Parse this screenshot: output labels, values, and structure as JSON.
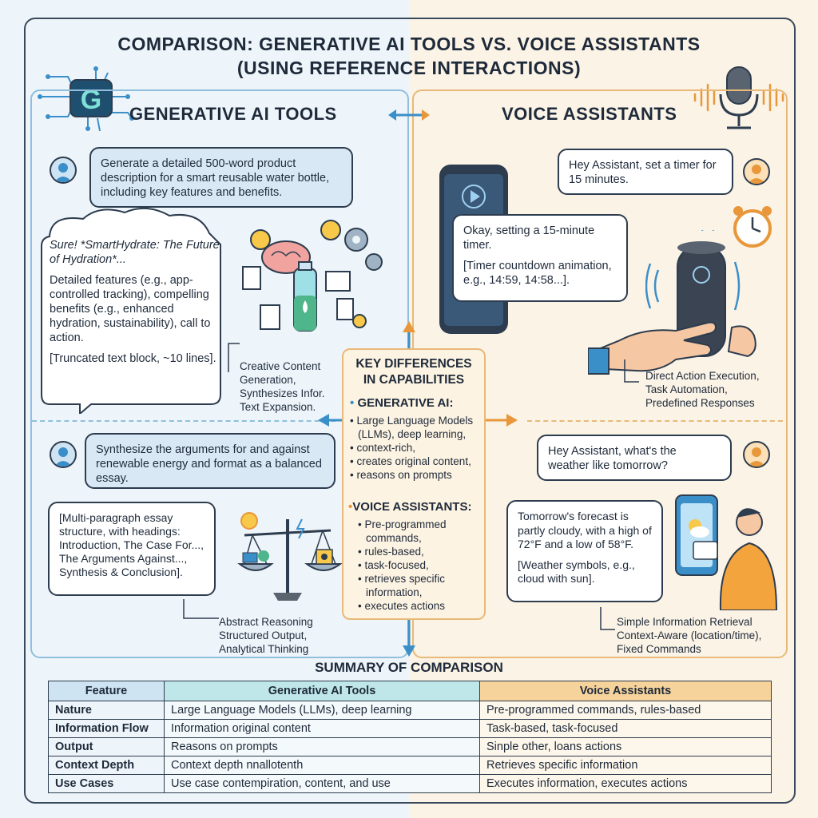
{
  "title": {
    "line1": "COMPARISON: GENERATIVE AI TOOLS VS. VOICE ASSISTANTS",
    "line2": "(USING REFERENCE INTERACTIONS)"
  },
  "logo_letter": "G",
  "left": {
    "heading": "GENERATIVE AI TOOLS",
    "prompt1": "Generate a detailed 500-word product description for a smart reusable water bottle, including key features and benefits.",
    "response1": {
      "intro": "Sure! *SmartHydrate: The Future of Hydration*...",
      "body": "Detailed features (e.g., app-controlled tracking), compelling benefits (e.g., enhanced hydration, sustainability), call to action.",
      "note": "[Truncated text block, ~10 lines]."
    },
    "annotation1": [
      "Creative Content",
      "Generation,",
      "Synthesizes Infor.",
      "Text Expansion."
    ],
    "prompt2": "Synthesize the arguments for and against renewable energy and format as a balanced essay.",
    "response2": "[Multi-paragraph essay structure, with headings: Introduction, The Case For..., The Arguments Against..., Synthesis & Conclusion].",
    "annotation2": [
      "Abstract Reasoning",
      "Structured Output,",
      "Analytical Thinking"
    ]
  },
  "right": {
    "heading": "VOICE ASSISTANTS",
    "prompt1": "Hey Assistant, set a timer for 15 minutes.",
    "response1": {
      "text": "Okay, setting a 15-minute timer.",
      "note": "[Timer countdown animation, e.g., 14:59, 14:58...]."
    },
    "annotation1": [
      "Direct Action Execution,",
      "Task Automation,",
      "Predefined Responses"
    ],
    "prompt2": "Hey Assistant, what's the weather like tomorrow?",
    "response2": {
      "text": "Tomorrow's forecast is partly cloudy, with a high of 72°F and a low of 58°F.",
      "note": "[Weather symbols, e.g., cloud with sun]."
    },
    "annotation2": [
      "Simple Information Retrieval",
      "Context-Aware (location/time),",
      "Fixed Commands"
    ]
  },
  "key_differences": {
    "title_line1": "KEY DIFFERENCES",
    "title_line2": "IN CAPABILITIES",
    "gen_label": "GENERATIVE AI:",
    "gen_items": [
      "Large Language Models",
      "(LLMs), deep learning,",
      "context-rich,",
      "creates original content,",
      "reasons on prompts"
    ],
    "voice_label": "VOICE ASSISTANTS:",
    "voice_items": [
      "Pre-programmed",
      "commands,",
      "rules-based,",
      "task-focused,",
      "retrieves specific",
      "information,",
      "executes actions"
    ]
  },
  "summary": {
    "title": "SUMMARY OF COMPARISON",
    "headers": [
      "Feature",
      "Generative AI Tools",
      "Voice Assistants"
    ],
    "rows": [
      [
        "Nature",
        "Large Language Models (LLMs), deep learning",
        "Pre-programmed commands, rules-based"
      ],
      [
        "Information Flow",
        "Information original content",
        "Task-based, task-focused"
      ],
      [
        "Output",
        "Reasons on prompts",
        "Sinple other, loans actions"
      ],
      [
        "Context Depth",
        "Context depth nnallotenth",
        "Retrieves specific information"
      ],
      [
        "Use Cases",
        "Use case contempiration, content, and use",
        "Executes information, executes actions"
      ]
    ]
  },
  "colors": {
    "gen_accent": "#3b8fc9",
    "voice_accent": "#e8973a",
    "outline": "#2d3c4e"
  }
}
